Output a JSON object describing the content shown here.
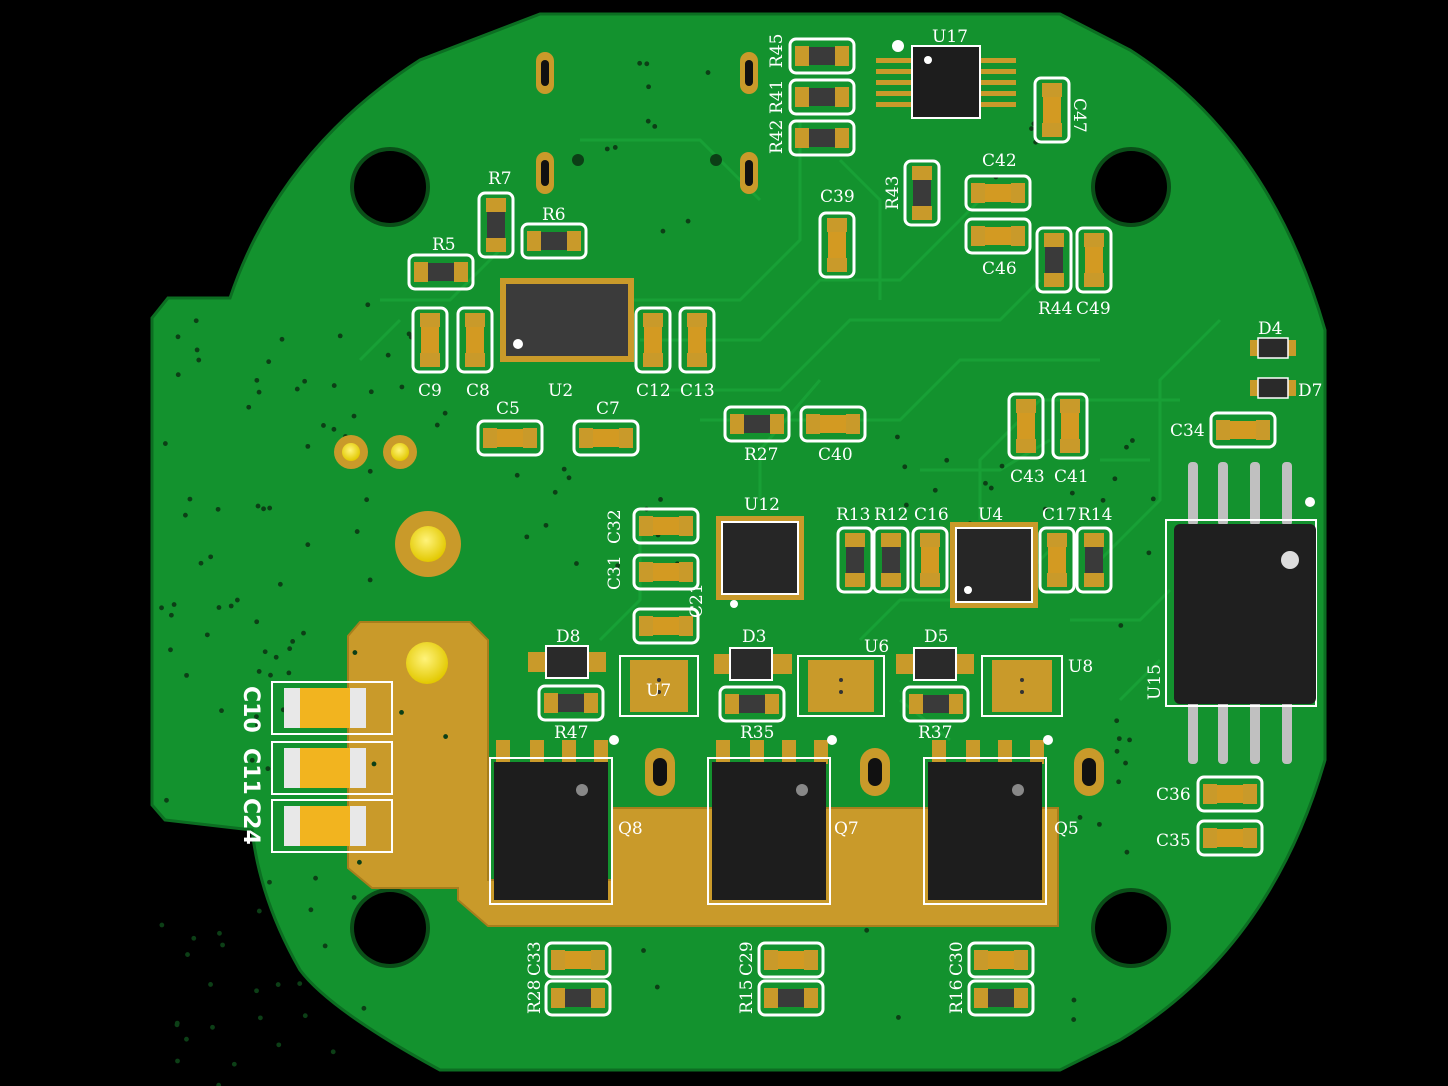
{
  "colors": {
    "background": "#000000",
    "solder_mask": "#13922e",
    "trace": "#19a336",
    "copper": "#c99a2a",
    "silkscreen": "#ffffff",
    "ic_body": "#262626",
    "pad_yellow": "#f2d21a"
  },
  "labels": {
    "U17": "U17",
    "R45": "R45",
    "R41": "R41",
    "R42": "R42",
    "C47": "C47",
    "R7": "R7",
    "R6": "R6",
    "R5": "R5",
    "C39": "C39",
    "R43": "R43",
    "C42": "C42",
    "C46": "C46",
    "R44": "R44",
    "C49": "C49",
    "C9": "C9",
    "C8": "C8",
    "U2": "U2",
    "C12": "C12",
    "C13": "C13",
    "D4": "D4",
    "D7": "D7",
    "C5": "C5",
    "C7": "C7",
    "R27": "R27",
    "C40": "C40",
    "C43": "C43",
    "C41": "C41",
    "C34": "C34",
    "C32": "C32",
    "C31": "C31",
    "U12": "U12",
    "R13": "R13",
    "R12": "R12",
    "C16": "C16",
    "U4": "U4",
    "C17": "C17",
    "R14": "R14",
    "C21": "C21",
    "D8": "D8",
    "U7": "U7",
    "D3": "D3",
    "U6": "U6",
    "D5": "D5",
    "U8": "U8",
    "U15": "U15",
    "R47": "R47",
    "R35": "R35",
    "R37": "R37",
    "C10": "C10",
    "C11": "C11",
    "C24": "C24",
    "Q8": "Q8",
    "Q7": "Q7",
    "Q5": "Q5",
    "C36": "C36",
    "C35": "C35",
    "C33": "C33",
    "R28": "R28",
    "C29": "C29",
    "R15": "R15",
    "C30": "C30",
    "R16": "R16"
  }
}
